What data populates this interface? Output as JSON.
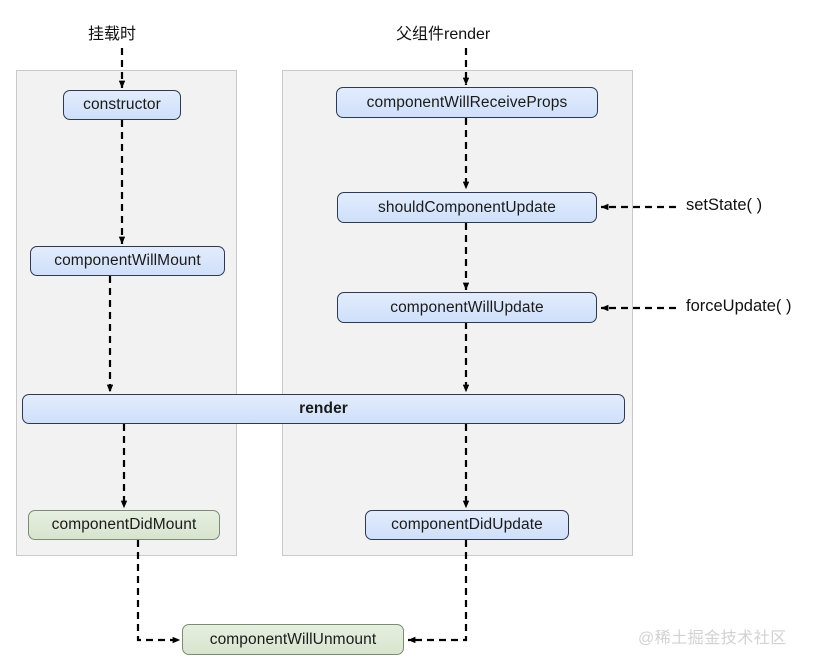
{
  "diagram": {
    "title_labels": {
      "mount_phase": "挂载时",
      "update_phase": "父组件render"
    },
    "watermark": "@稀土掘金技术社区",
    "colors": {
      "panel_fill": "#f2f2f2",
      "panel_border": "#c9c9c9",
      "blue_fill": "#d6e4fb",
      "blue_border": "#2d3a52",
      "green_fill": "#dfe9d8",
      "green_border": "#7c8c72",
      "edge": "#000000",
      "watermark": "#d2d2d2"
    },
    "nodes": {
      "constructor": "constructor",
      "component_will_mount": "componentWillMount",
      "component_did_mount": "componentDidMount",
      "component_will_receive_props": "componentWillReceiveProps",
      "should_component_update": "shouldComponentUpdate",
      "component_will_update": "componentWillUpdate",
      "component_did_update": "componentDidUpdate",
      "render": "render",
      "component_will_unmount": "componentWillUnmount"
    },
    "triggers": {
      "set_state": "setState( )",
      "force_update": "forceUpdate( )"
    }
  }
}
